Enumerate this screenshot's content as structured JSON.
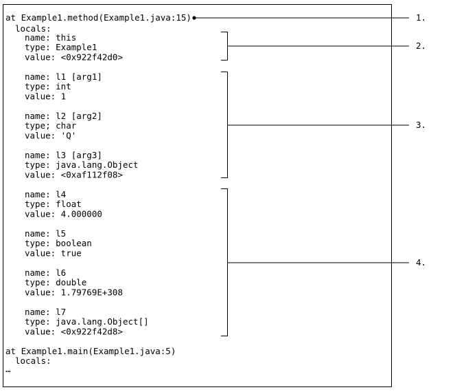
{
  "trace": {
    "frame1": {
      "header": "at Example1.method(Example1.java:15)",
      "locals_label": "locals:",
      "groups": [
        [
          [
            "name: this",
            "type: Example1",
            "value: <0x922f42d0>"
          ]
        ],
        [
          [
            "name: l1 [arg1]",
            "type: int",
            "value: 1"
          ],
          [
            "name: l2 [arg2]",
            "type; char",
            "value: 'Q'"
          ],
          [
            "name: l3 [arg3]",
            "type: java.lang.Object",
            "value: <0xaf112f08>"
          ]
        ],
        [
          [
            "name: l4",
            "type: float",
            "value: 4.000000"
          ],
          [
            "name: l5",
            "type: boolean",
            "value: true"
          ],
          [
            "name: l6",
            "type: double",
            "value: 1.79769E+308"
          ],
          [
            "name: l7",
            "type: java.lang.Object[]",
            "value: <0x922f42d8>"
          ]
        ]
      ]
    },
    "frame2": {
      "header": "at Example1.main(Example1.java:5)",
      "locals_label": "locals:",
      "ellipsis": "…"
    }
  },
  "callouts": [
    "1.",
    "2.",
    "3.",
    "4."
  ]
}
